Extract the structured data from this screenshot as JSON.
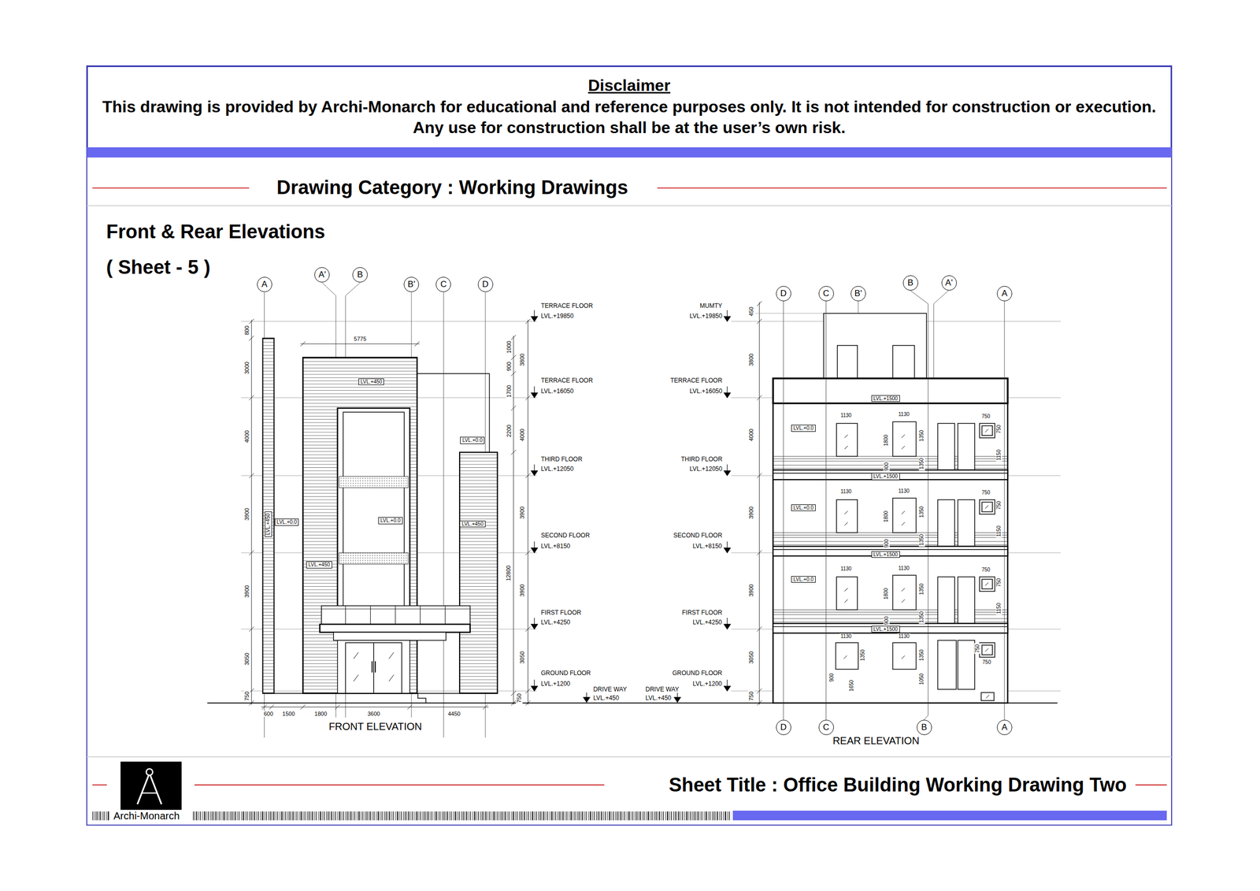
{
  "diagram": {
    "title": "Front & Rear Elevations",
    "nodes": [
      {
        "text": [
          "Disclaimer",
          "This drawing is provided by Archi-Monarch for educational and reference purposes only. It is not intended for construction or execution. Any use for construction shall be at the user’s own risk."
        ]
      },
      {
        "text": [
          "A"
        ]
      },
      {
        "text": [
          "A'"
        ]
      },
      {
        "text": [
          "B"
        ]
      },
      {
        "text": [
          "B'"
        ]
      },
      {
        "text": [
          "C"
        ]
      },
      {
        "text": [
          "D"
        ]
      },
      {
        "text": [
          "LVL.+450"
        ]
      },
      {
        "text": [
          "LVL.+0.0"
        ]
      },
      {
        "text": [
          "LVL.+450"
        ]
      },
      {
        "text": [
          "LVL.+0.0"
        ]
      },
      {
        "text": [
          "LVL.+0.0"
        ]
      },
      {
        "text": [
          "LVL.+450"
        ]
      },
      {
        "text": [
          "LVL.+450"
        ]
      },
      {
        "text": [
          "D"
        ]
      },
      {
        "text": [
          "C"
        ]
      },
      {
        "text": [
          "B'"
        ]
      },
      {
        "text": [
          "B"
        ]
      },
      {
        "text": [
          "A'"
        ]
      },
      {
        "text": [
          "A"
        ]
      },
      {
        "text": [
          "LVL.+1500"
        ]
      },
      {
        "text": [
          "LVL.+0.0"
        ]
      },
      {
        "text": [
          "LVL.+1500"
        ]
      },
      {
        "text": [
          "LVL.+0.0"
        ]
      },
      {
        "text": [
          "LVL.+1500"
        ]
      },
      {
        "text": [
          "LVL.+0.0"
        ]
      },
      {
        "text": [
          "LVL.+1500"
        ]
      },
      {
        "text": [
          "D"
        ]
      },
      {
        "text": [
          "C"
        ]
      },
      {
        "text": [
          "B"
        ]
      },
      {
        "text": [
          "A"
        ]
      }
    ],
    "edges": [
      {
        "from": 14,
        "to": 27,
        "arrow": "none"
      },
      {
        "from": 15,
        "to": 28,
        "arrow": "none"
      },
      {
        "from": 17,
        "to": 29,
        "arrow": "none"
      },
      {
        "from": 19,
        "to": 30,
        "arrow": "none"
      }
    ],
    "labels": [
      "Drawing Category : Working Drawings",
      "( Sheet - 5 )",
      "Sheet Title : Office Building Working Drawing Two",
      "Archi-Monarch",
      "TERRACE FLOOR",
      "LVL.+19850",
      "TERRACE FLOOR",
      "LVL.+16050",
      "THIRD FLOOR",
      "LVL.+12050",
      "SECOND FLOOR",
      "LVL.+8150",
      "FIRST FLOOR",
      "LVL.+4250",
      "GROUND FLOOR",
      "LVL.+1200",
      "DRIVE WAY",
      "LVL.+450",
      "MUMTY",
      "LVL.+19850",
      "TERRACE FLOOR",
      "LVL.+16050",
      "THIRD FLOOR",
      "LVL.+12050",
      "SECOND FLOOR",
      "LVL.+8150",
      "FIRST FLOOR",
      "LVL.+4250",
      "GROUND FLOOR",
      "LVL.+1200",
      "DRIVE WAY",
      "LVL.+450",
      "800",
      "3000",
      "4000",
      "3900",
      "3900",
      "3050",
      "750",
      "1000",
      "900",
      "1700",
      "2200",
      "12800",
      "3800",
      "4000",
      "3900",
      "3900",
      "3050",
      "750",
      "600",
      "1500",
      "1800",
      "3600",
      "4450",
      "5775",
      "FRONT ELEVATION",
      "450",
      "3800",
      "4000",
      "3900",
      "3900",
      "3050",
      "750",
      "1130",
      "1130",
      "750",
      "1800",
      "1350",
      "750",
      "900",
      "1350",
      "1150",
      "1130",
      "1130",
      "750",
      "1800",
      "1350",
      "750",
      "900",
      "1350",
      "1150",
      "1130",
      "1130",
      "750",
      "1800",
      "1350",
      "750",
      "900",
      "1350",
      "1150",
      "1130",
      "1130",
      "1350",
      "1350",
      "750",
      "750",
      "900",
      "1650",
      "1050",
      "REAR ELEVATION"
    ]
  }
}
